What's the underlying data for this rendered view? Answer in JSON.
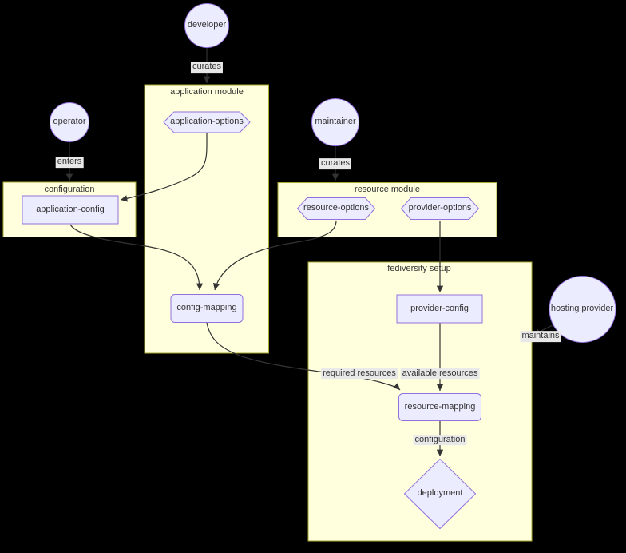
{
  "diagram": {
    "type": "flowchart",
    "nodes": {
      "developer": "developer",
      "operator": "operator",
      "maintainer": "maintainer",
      "hosting_provider": "hosting provider",
      "application_options": "application-options",
      "application_config": "application-config",
      "resource_options": "resource-options",
      "provider_options": "provider-options",
      "config_mapping": "config-mapping",
      "provider_config": "provider-config",
      "resource_mapping": "resource-mapping",
      "deployment": "deployment"
    },
    "clusters": {
      "application_module": "application module",
      "configuration": "configuration",
      "resource_module": "resource module",
      "fediversity_setup": "fediversity setup"
    },
    "edge_labels": {
      "developer_curates": "curates",
      "operator_enters": "enters",
      "maintainer_curates": "curates",
      "required_resources": "required resources",
      "available_resources": "available resources",
      "configuration": "configuration",
      "maintains": "maintains"
    },
    "colors": {
      "background": "#000000",
      "node_fill": "#ECECFF",
      "node_border": "#9370DB",
      "cluster_fill": "#ffffde",
      "cluster_border": "#aaaa33",
      "edge": "#333333",
      "edge_label_bg": "#e8e8e8",
      "text": "#333333"
    }
  }
}
